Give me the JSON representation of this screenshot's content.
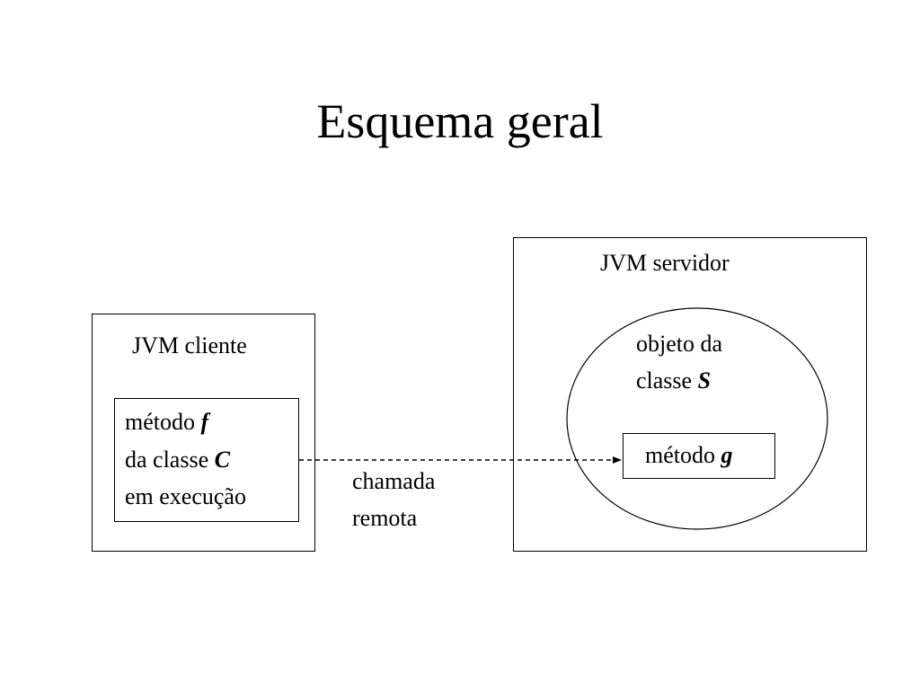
{
  "slide": {
    "title": "Esquema geral"
  },
  "client_jvm": {
    "label": "JVM cliente",
    "method_box": {
      "line1_prefix": "método ",
      "line1_var": "f",
      "line2_prefix": "da classe ",
      "line2_var": "C",
      "line3": "em execução"
    }
  },
  "server_jvm": {
    "label": "JVM servidor",
    "object": {
      "line1": "objeto da",
      "line2_prefix": "classe ",
      "line2_var": "S"
    },
    "method_box": {
      "prefix": "método ",
      "var": "g"
    }
  },
  "remote_call": {
    "line1": "chamada",
    "line2": "remota"
  },
  "colors": {
    "stroke": "#000000",
    "background": "#ffffff"
  }
}
